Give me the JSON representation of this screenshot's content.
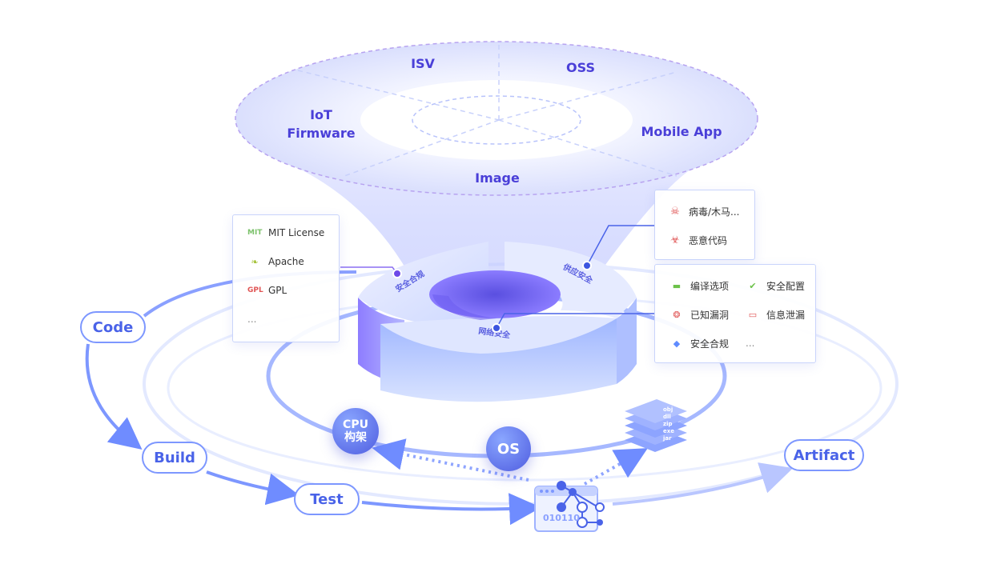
{
  "funnel": {
    "labels": {
      "isv": "ISV",
      "oss": "OSS",
      "iot": "IoT",
      "firmware": "Firmware",
      "mobile_app": "Mobile App",
      "image": "Image"
    }
  },
  "ring": {
    "compliance": "安全合规",
    "supply_chain": "供应安全",
    "network": "网络安全"
  },
  "license_card": {
    "items": [
      {
        "icon": "mit-icon",
        "glyph": "MIT",
        "color": "#7cc26b",
        "label": "MIT License"
      },
      {
        "icon": "apache-feather-icon",
        "glyph": "❧",
        "color": "#a5c23a",
        "label": "Apache"
      },
      {
        "icon": "gpl-icon",
        "glyph": "GPL",
        "color": "#e05555",
        "label": "GPL"
      },
      {
        "icon": "",
        "glyph": "",
        "color": "#999999",
        "label": "..."
      }
    ]
  },
  "malware_card": {
    "items": [
      {
        "icon": "skull-icon",
        "glyph": "☠",
        "color": "#e05555",
        "label": "病毒/木马..."
      },
      {
        "icon": "biohazard-icon",
        "glyph": "☣",
        "color": "#e05555",
        "label": "恶意代码"
      }
    ]
  },
  "config_card": {
    "items": [
      {
        "icon": "compile-icon",
        "glyph": "▬",
        "color": "#6cc24a",
        "label": "编译选项"
      },
      {
        "icon": "shield-check-icon",
        "glyph": "✔",
        "color": "#6cc24a",
        "label": "安全配置"
      },
      {
        "icon": "bug-icon",
        "glyph": "❂",
        "color": "#e05555",
        "label": "已知漏洞"
      },
      {
        "icon": "key-icon",
        "glyph": "▭",
        "color": "#e05555",
        "label": "信息泄漏"
      },
      {
        "icon": "shield-icon",
        "glyph": "◆",
        "color": "#5f8bff",
        "label": "安全合规"
      },
      {
        "icon": "",
        "glyph": "",
        "color": "#999999",
        "label": "..."
      }
    ]
  },
  "pipeline": {
    "code": "Code",
    "build": "Build",
    "test": "Test",
    "artifact": "Artifact"
  },
  "badges": {
    "cpu_line1": "CPU",
    "cpu_line2": "构架",
    "os": "OS"
  },
  "artifact_stack": [
    "obj",
    "dll",
    "zip",
    "exe",
    "jar"
  ],
  "binary_box": {
    "text": "010110"
  },
  "colors": {
    "accent": "#4a63e8",
    "light_accent": "#7d97ff",
    "funnel_label": "#4a3fd8"
  }
}
